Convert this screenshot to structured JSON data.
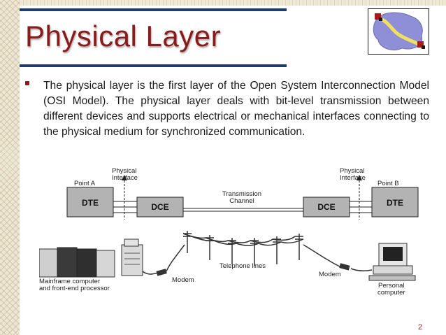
{
  "slide": {
    "title": "Physical Layer",
    "bullet": "The physical layer is the first layer of the Open System Interconnection Model (OSI Model). The physical layer deals with bit-level transmission between different devices and supports electrical or mechanical interfaces connecting to the physical medium for synchronized communication.",
    "page_number": "2"
  },
  "diagram": {
    "labels": {
      "physical_interface_left": "Physical\nInterface",
      "physical_interface_right": "Physical\nInterface",
      "point_a": "Point A",
      "point_b": "Point B",
      "dte_left": "DTE",
      "dce_left": "DCE",
      "dce_right": "DCE",
      "dte_right": "DTE",
      "transmission_channel": "Transmission\nChannel",
      "telephone_lines": "Telephone lines",
      "modem_left": "Modem",
      "modem_right": "Modem",
      "mainframe": "Mainframe computer\nand front-end processor",
      "personal_computer": "Personal\ncomputer"
    }
  },
  "colors": {
    "title": "#8b1a1a",
    "rule": "#1f3d6b",
    "box_fill": "#b3b3b3"
  },
  "icons": [
    "bullet-icon",
    "network-logo-icon",
    "mainframe-icon",
    "modem-icon",
    "personal-computer-icon",
    "telephone-pole-icon"
  ]
}
